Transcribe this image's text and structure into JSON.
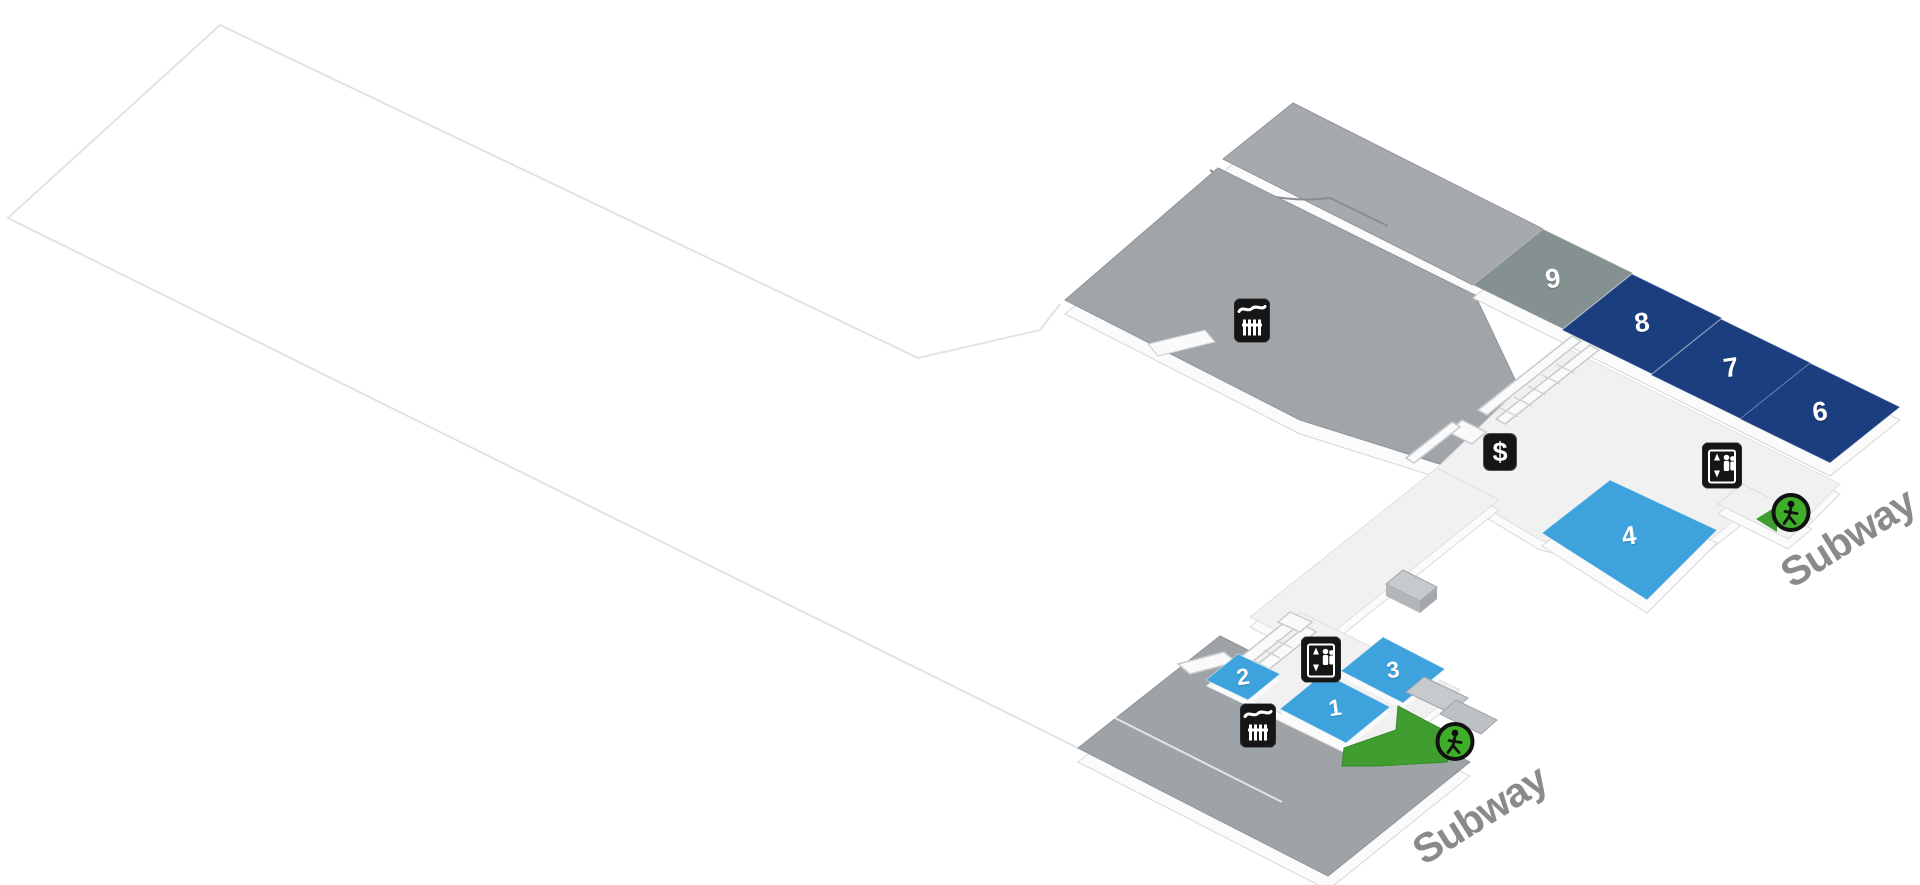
{
  "map": {
    "description": "Isometric transit-station level map with numbered rooms and subway exits",
    "rooms": [
      {
        "number": "1",
        "color": "#3EA2DD"
      },
      {
        "number": "2",
        "color": "#3EA2DD"
      },
      {
        "number": "3",
        "color": "#3EA2DD"
      },
      {
        "number": "4",
        "color": "#3EA2DD"
      },
      {
        "number": "6",
        "color": "#1B3E7F"
      },
      {
        "number": "7",
        "color": "#1B3E7F"
      },
      {
        "number": "8",
        "color": "#1B3E7F"
      },
      {
        "number": "9",
        "color": "#859190"
      }
    ],
    "exit_labels": {
      "right": "Subway",
      "bottom": "Subway"
    },
    "icons": {
      "currency_symbol": "$"
    },
    "palette": {
      "floor_gray": "#A0A5AA",
      "platform_gray": "#9EA3A8",
      "navy": "#1B3E7F",
      "light_blue": "#3EA2DD",
      "sage": "#859190",
      "green_ramp": "#3F9E2F",
      "green_circle": "#3FAE28",
      "icon_black": "#161616",
      "exit_label_gray": "#8A8A8A",
      "outline_gray": "#E3E3E3"
    }
  }
}
